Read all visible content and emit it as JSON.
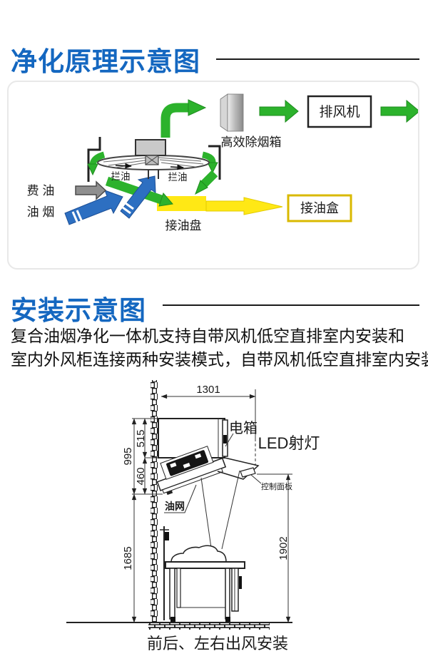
{
  "colors": {
    "accent": "#1467c0",
    "green": "#2cb22c",
    "blue": "#2d6fc1",
    "yellow": "#ffe815",
    "yellow_border": "#d9b900",
    "gray_arrow": "#8f8f8f",
    "ink": "#1a1a1a"
  },
  "section1": {
    "title": "净化原理示意图",
    "diagram": {
      "smoke_box": "高效除烟箱",
      "exhaust_fan": "排风机",
      "oil_block_left": "拦油",
      "oil_block_right": "拦油",
      "waste_oil": "费 油",
      "oil_smoke": "油 烟",
      "oil_pan": "接油盘",
      "oil_box": "接油盒"
    }
  },
  "section2": {
    "title": "安装示意图",
    "desc_line1": "复合油烟净化一体机支持自带风机低空直排室内安装和",
    "desc_line2": "室内外风柜连接两种安装模式，自带风机低空直排室内安装",
    "diagram": {
      "dim_width": "1301",
      "dim_h995": "995",
      "dim_h515": "515",
      "dim_h460": "460",
      "dim_h1685": "1685",
      "dim_h1902": "1902",
      "electric_box": "电箱",
      "led_light": "LED射灯",
      "control_panel": "控制面板",
      "oil_mesh": "油网",
      "caption": "前后、左右出风安装"
    }
  }
}
